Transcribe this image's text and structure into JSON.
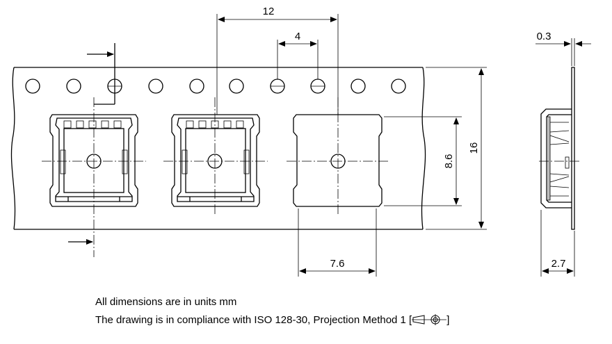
{
  "dimensions": {
    "pitch": "12",
    "hole_pitch": "4",
    "width": "16",
    "pocket_height": "8.6",
    "pocket_width": "7.6",
    "tape_thickness": "0.3",
    "pocket_depth": "2.7"
  },
  "notes": {
    "units": "All dimensions are in units mm",
    "compliance": "The drawing is in compliance with ISO 128-30, Projection Method 1 [",
    "compliance_end": "]"
  },
  "icons": {
    "projection_symbol": "first-angle-projection-icon",
    "feed_arrow": "arrow-right-icon"
  }
}
